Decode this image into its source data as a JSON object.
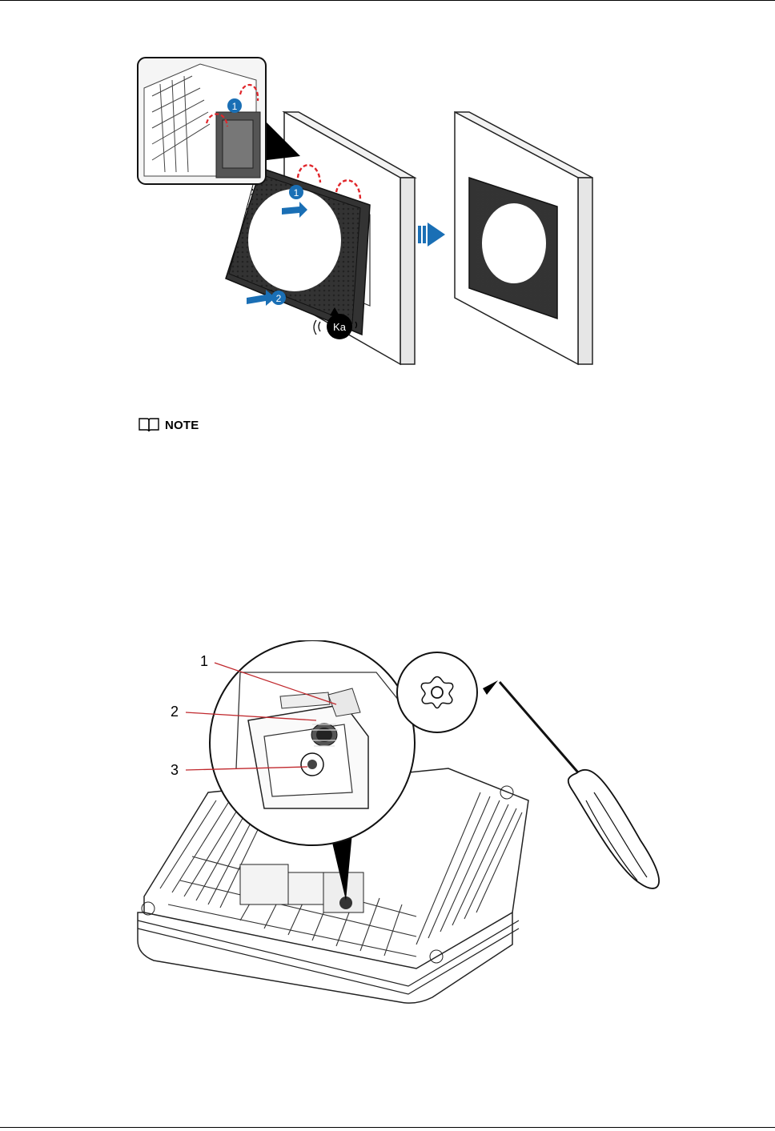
{
  "note": {
    "label": "NOTE",
    "icon": "book-icon"
  },
  "figure_install": {
    "step_markers": [
      "1",
      "1",
      "2"
    ],
    "sound_label": "Ka",
    "accent_color": "#1a6fb5",
    "dashed_color": "#e0262b"
  },
  "figure_screw": {
    "callouts": [
      "1",
      "2",
      "3"
    ],
    "icon": "torx-icon"
  }
}
